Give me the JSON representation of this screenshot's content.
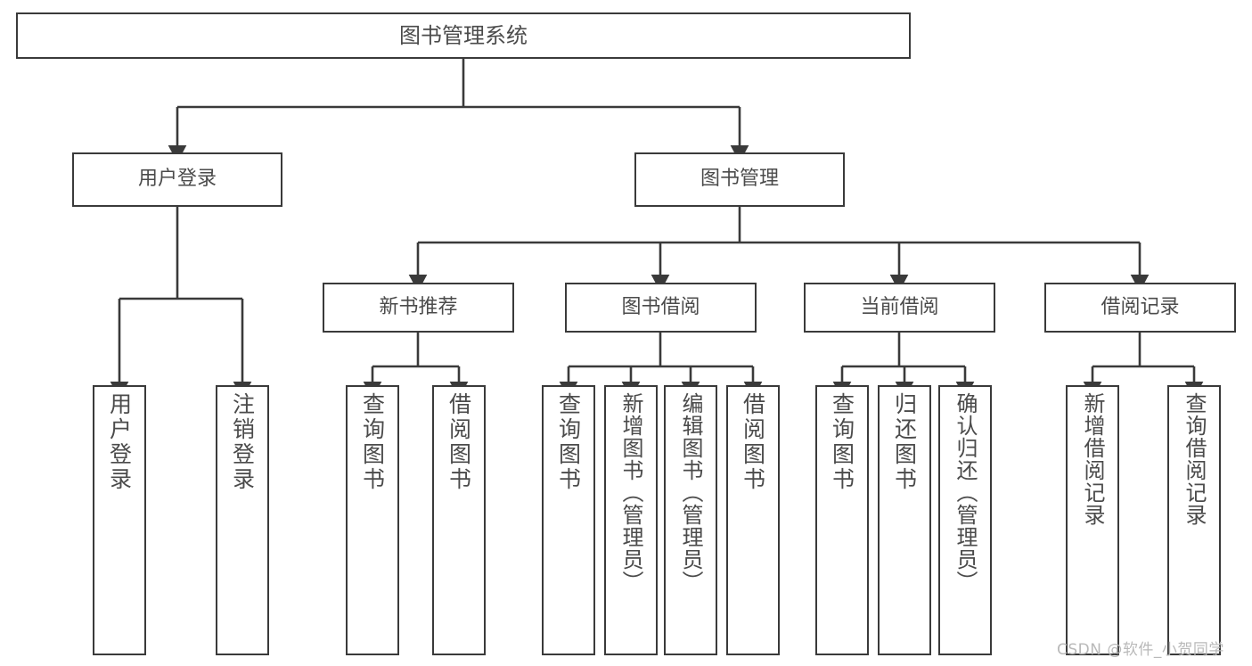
{
  "diagram": {
    "title": "图书管理系统",
    "type": "tree-hierarchy",
    "root": {
      "label": "图书管理系统"
    },
    "level1": [
      {
        "label": "用户登录"
      },
      {
        "label": "图书管理"
      }
    ],
    "level2": [
      {
        "label": "新书推荐"
      },
      {
        "label": "图书借阅"
      },
      {
        "label": "当前借阅"
      },
      {
        "label": "借阅记录"
      }
    ],
    "leaves": {
      "user_login": [
        {
          "label": "用户登录"
        },
        {
          "label": "注销登录"
        }
      ],
      "new_book_recommend": [
        {
          "label": "查询图书"
        },
        {
          "label": "借阅图书"
        }
      ],
      "book_borrow": [
        {
          "label": "查询图书"
        },
        {
          "label": "新增图书（管理员）"
        },
        {
          "label": "编辑图书（管理员）"
        },
        {
          "label": "借阅图书"
        }
      ],
      "current_borrow": [
        {
          "label": "查询图书"
        },
        {
          "label": "归还图书"
        },
        {
          "label": "确认归还（管理员）"
        }
      ],
      "borrow_record": [
        {
          "label": "新增借阅记录"
        },
        {
          "label": "查询借阅记录"
        }
      ]
    }
  },
  "watermark": {
    "text": "CSDN @软件_小贺同学"
  },
  "colors": {
    "border": "#3a3a3a",
    "text": "#4b4b4b",
    "background": "#ffffff",
    "watermark": "#b9b9b9"
  }
}
